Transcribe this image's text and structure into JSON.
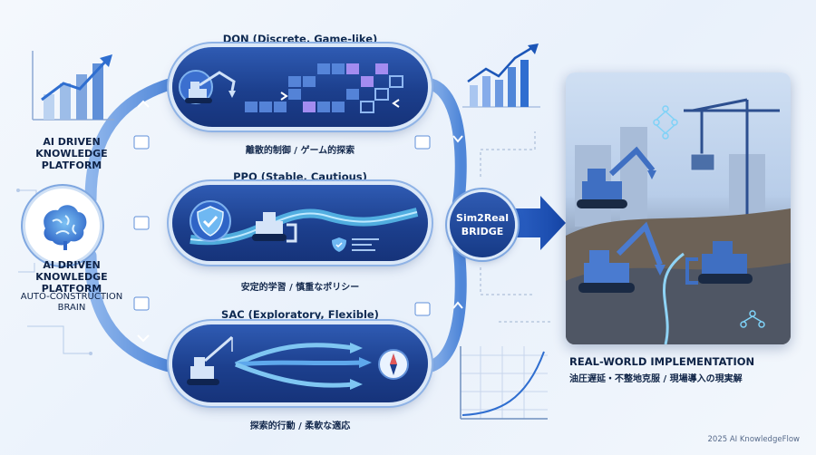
{
  "colors": {
    "pipe": "#4f86d8",
    "pipe_light": "#a9c6f0",
    "navy": "#1c3f8d",
    "cyan": "#5ec8f2",
    "text_dark": "#0f2a52"
  },
  "left_top": {
    "line1": "AI DRIVEN",
    "line2": "KNOWLEDGE",
    "line3": "PLATFORM"
  },
  "left_brain": {
    "line1": "AI DRIVEN",
    "line2": "KNOWLEDGE",
    "line3": "PLATFORM",
    "line4": "AUTO-CONSTRUCTION",
    "line5": "BRAIN"
  },
  "algorithms": [
    {
      "title": "DQN (Discrete, Game-like)",
      "caption": "離散的制御 / ゲーム的探索",
      "icon": "excavator-icon"
    },
    {
      "title": "PPO (Stable, Cautious)",
      "caption": "安定的学習 / 慎重なポリシー",
      "icon": "shield-check-icon"
    },
    {
      "title": "SAC (Exploratory, Flexible)",
      "caption": "探索的行動 / 柔軟な適応",
      "icon": "compass-icon"
    }
  ],
  "bridge": {
    "line1": "Sim2Real",
    "line2": "BRIDGE"
  },
  "right": {
    "title": "REAL-WORLD IMPLEMENTATION",
    "subtitle": "油圧遅延・不整地克服 / 現場導入の現実解"
  },
  "footer": "2025 AI KnowledgeFlow"
}
